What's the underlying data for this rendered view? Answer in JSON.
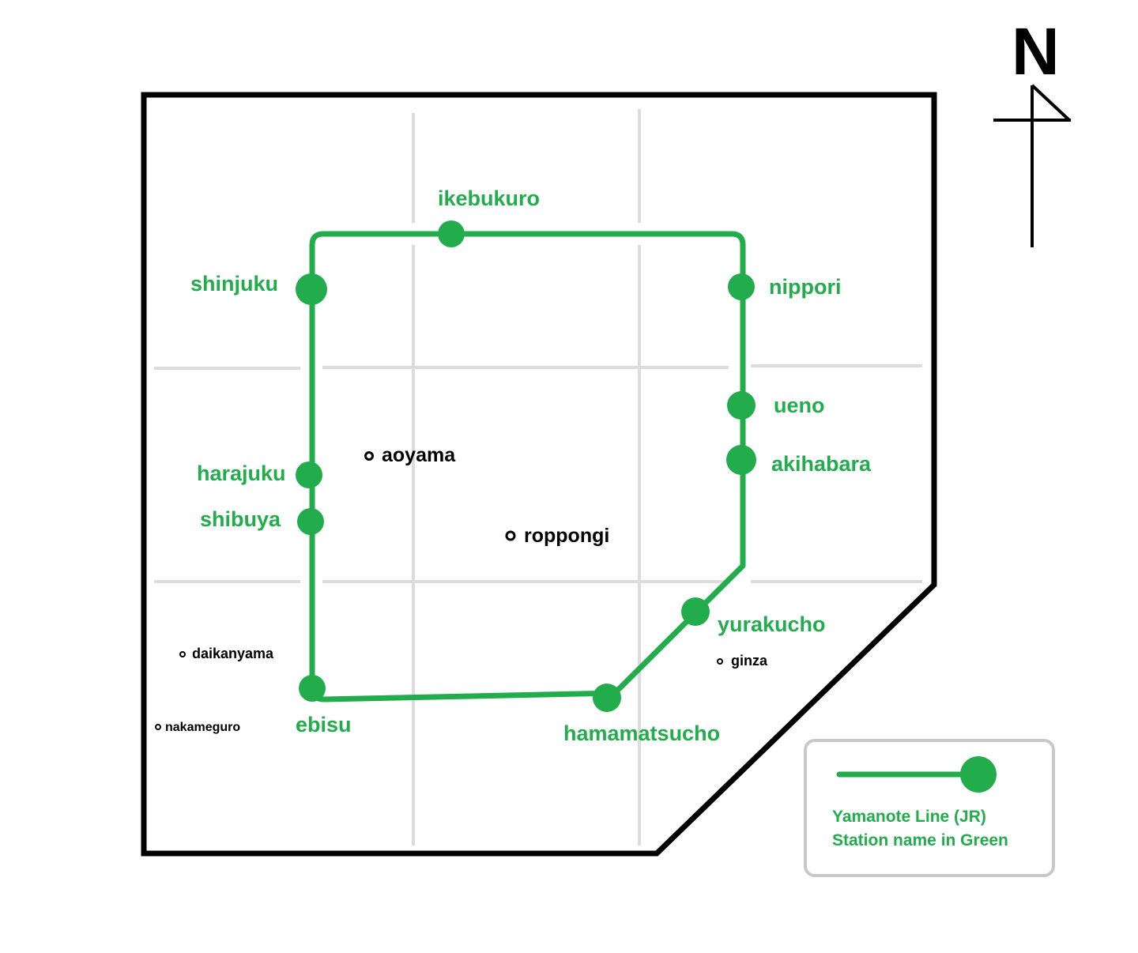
{
  "colors": {
    "line": "#22ac4c",
    "station_label": "#22ac4c",
    "place_label": "#000000",
    "border": "#000000",
    "grid": "#dcdcdc",
    "legend_border": "#c8c8c8"
  },
  "compass": {
    "letter": "N",
    "icon": "north-arrow-icon"
  },
  "line": {
    "name": "Yamanote Line (JR)"
  },
  "stations": [
    {
      "id": "ikebukuro",
      "name": "ikebukuro"
    },
    {
      "id": "shinjuku",
      "name": "shinjuku"
    },
    {
      "id": "nippori",
      "name": "nippori"
    },
    {
      "id": "ueno",
      "name": "ueno"
    },
    {
      "id": "akihabara",
      "name": "akihabara"
    },
    {
      "id": "harajuku",
      "name": "harajuku"
    },
    {
      "id": "shibuya",
      "name": "shibuya"
    },
    {
      "id": "yurakucho",
      "name": "yurakucho"
    },
    {
      "id": "ebisu",
      "name": "ebisu"
    },
    {
      "id": "hamamatsucho",
      "name": "hamamatsucho"
    }
  ],
  "places": [
    {
      "id": "aoyama",
      "name": "aoyama"
    },
    {
      "id": "roppongi",
      "name": "roppongi"
    },
    {
      "id": "daikanyama",
      "name": "daikanyama"
    },
    {
      "id": "nakameguro",
      "name": "nakameguro"
    },
    {
      "id": "ginza",
      "name": "ginza"
    }
  ],
  "legend": {
    "line1": "Yamanote Line (JR)",
    "line2": "Station name in Green"
  }
}
